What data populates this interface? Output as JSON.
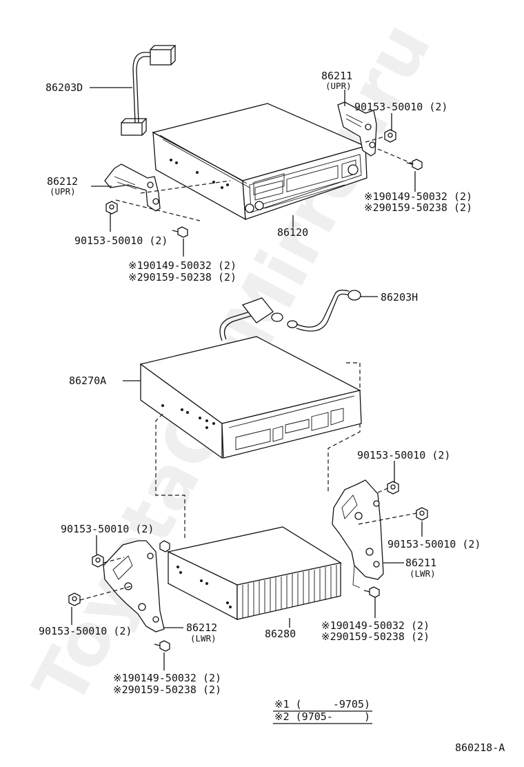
{
  "watermark": "ToyotaCarMirror.ru",
  "labels": {
    "l1": "86203D",
    "l2": "86211",
    "l2s": "(UPR)",
    "l3": "90153-50010 (2)",
    "l4": "86212",
    "l4s": "(UPR)",
    "l5": "※190149-50032 (2)",
    "l6": "※290159-50238 (2)",
    "l7": "86120",
    "l8": "90153-50010 (2)",
    "l9": "※190149-50032 (2)",
    "l10": "※290159-50238 (2)",
    "l11": "86203H",
    "l12": "86270A",
    "l13": "90153-50010 (2)",
    "l14": "90153-50010 (2)",
    "l15": "90153-50010 (2)",
    "l16": "86211",
    "l16s": "(LWR)",
    "l17": "※190149-50032 (2)",
    "l18": "※290159-50238 (2)",
    "l19": "86280",
    "l20": "90153-50010 (2)",
    "l21": "86212",
    "l21s": "(LWR)",
    "l22": "※190149-50032 (2)",
    "l23": "※290159-50238 (2)"
  },
  "legend": {
    "row1": "※1 (     -9705)",
    "row2": "※2 (9705-     )"
  },
  "diagram_id": "860218-A"
}
